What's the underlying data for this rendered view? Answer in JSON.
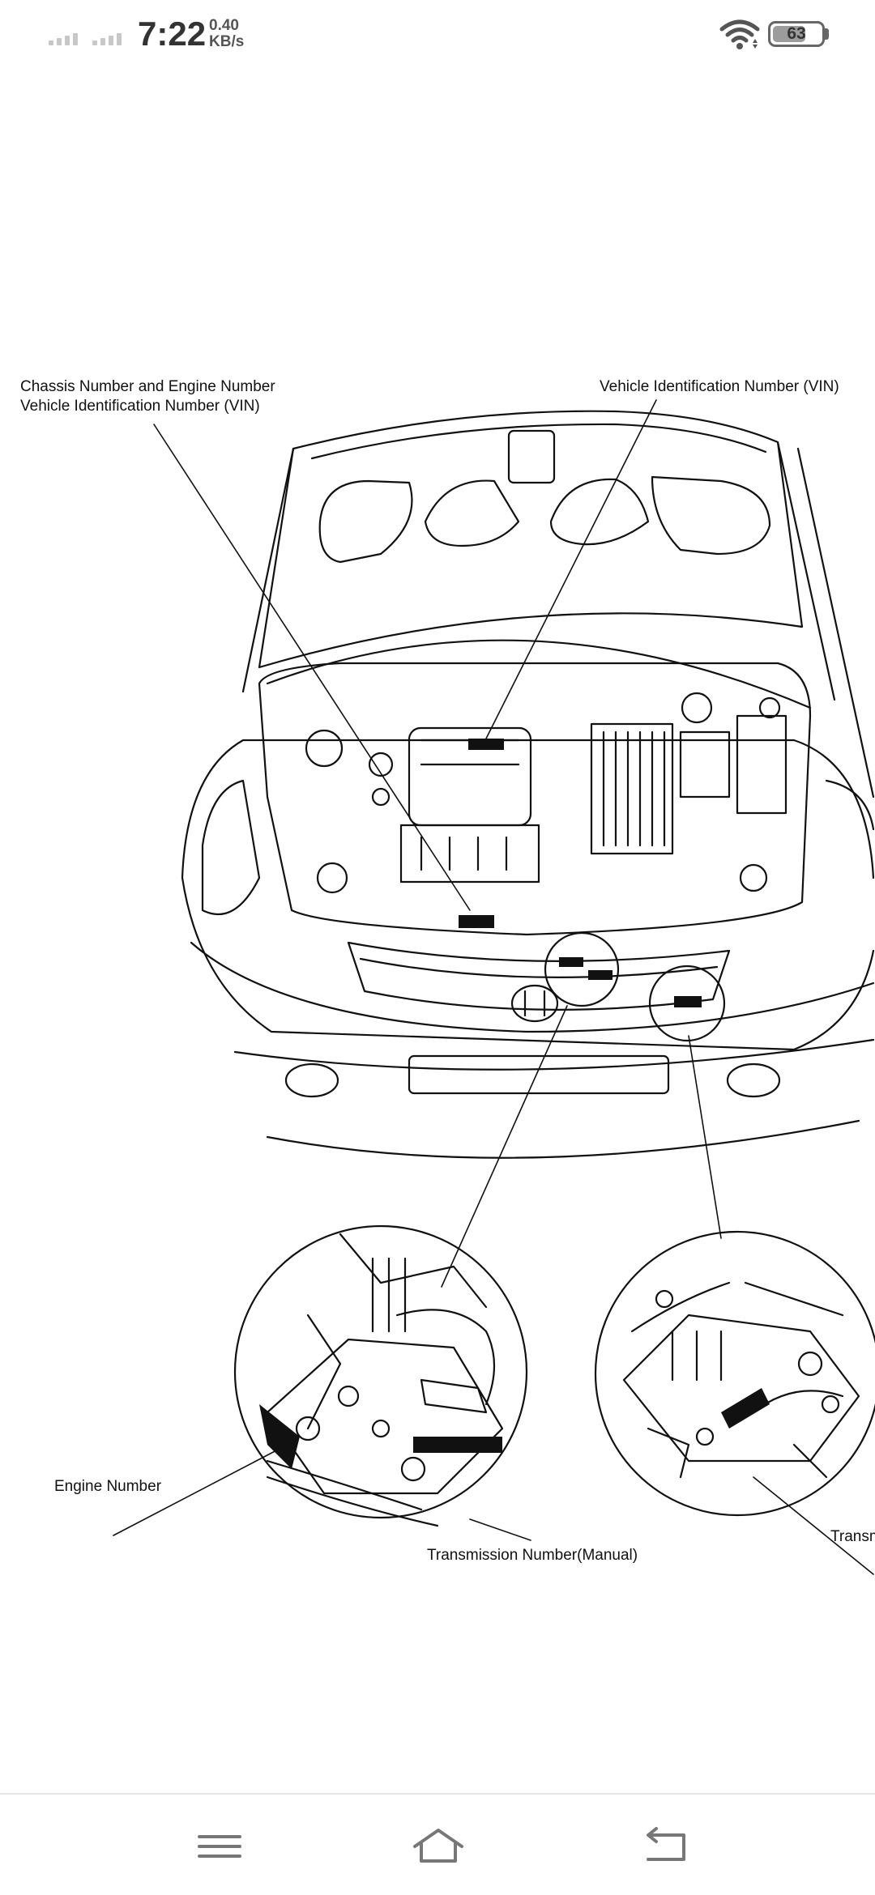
{
  "status_bar": {
    "time": "7:22",
    "speed_value": "0.40",
    "speed_unit": "KB/s",
    "battery_level": "63",
    "icons": [
      "signal-icon",
      "signal-icon",
      "wifi-icon",
      "battery-icon"
    ]
  },
  "diagram": {
    "labels": {
      "chassis_engine_line1": "Chassis Number and Engine Number",
      "chassis_engine_line2": "Vehicle Identification Number (VIN)",
      "vin_right": "Vehicle Identification Number (VIN)",
      "engine_number": "Engine Number",
      "transmission_manual": "Transmission Number(Manual)",
      "transmission_cut": "Transm"
    }
  },
  "nav_bar": {
    "icons": [
      "menu-icon",
      "home-icon",
      "back-icon"
    ]
  }
}
